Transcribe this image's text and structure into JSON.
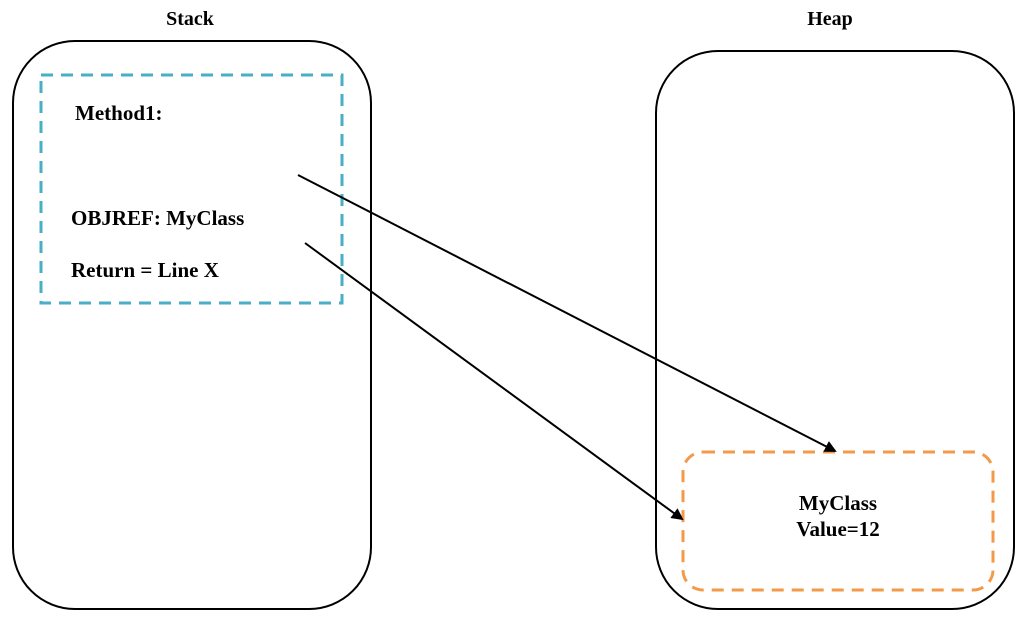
{
  "diagram": {
    "stack": {
      "title": "Stack",
      "frame": {
        "method_label": "Method1:",
        "objref_label": "OBJREF: MyClass",
        "return_label": "Return = Line X",
        "border_color": "#4aaec6"
      }
    },
    "heap": {
      "title": "Heap",
      "object": {
        "class_label": "MyClass",
        "value_label": "Value=12",
        "border_color": "#f39a4a"
      }
    },
    "arrows": [
      {
        "from": "stack-frame",
        "to": "heap-object-top"
      },
      {
        "from": "stack-frame",
        "to": "heap-object-left"
      }
    ]
  }
}
